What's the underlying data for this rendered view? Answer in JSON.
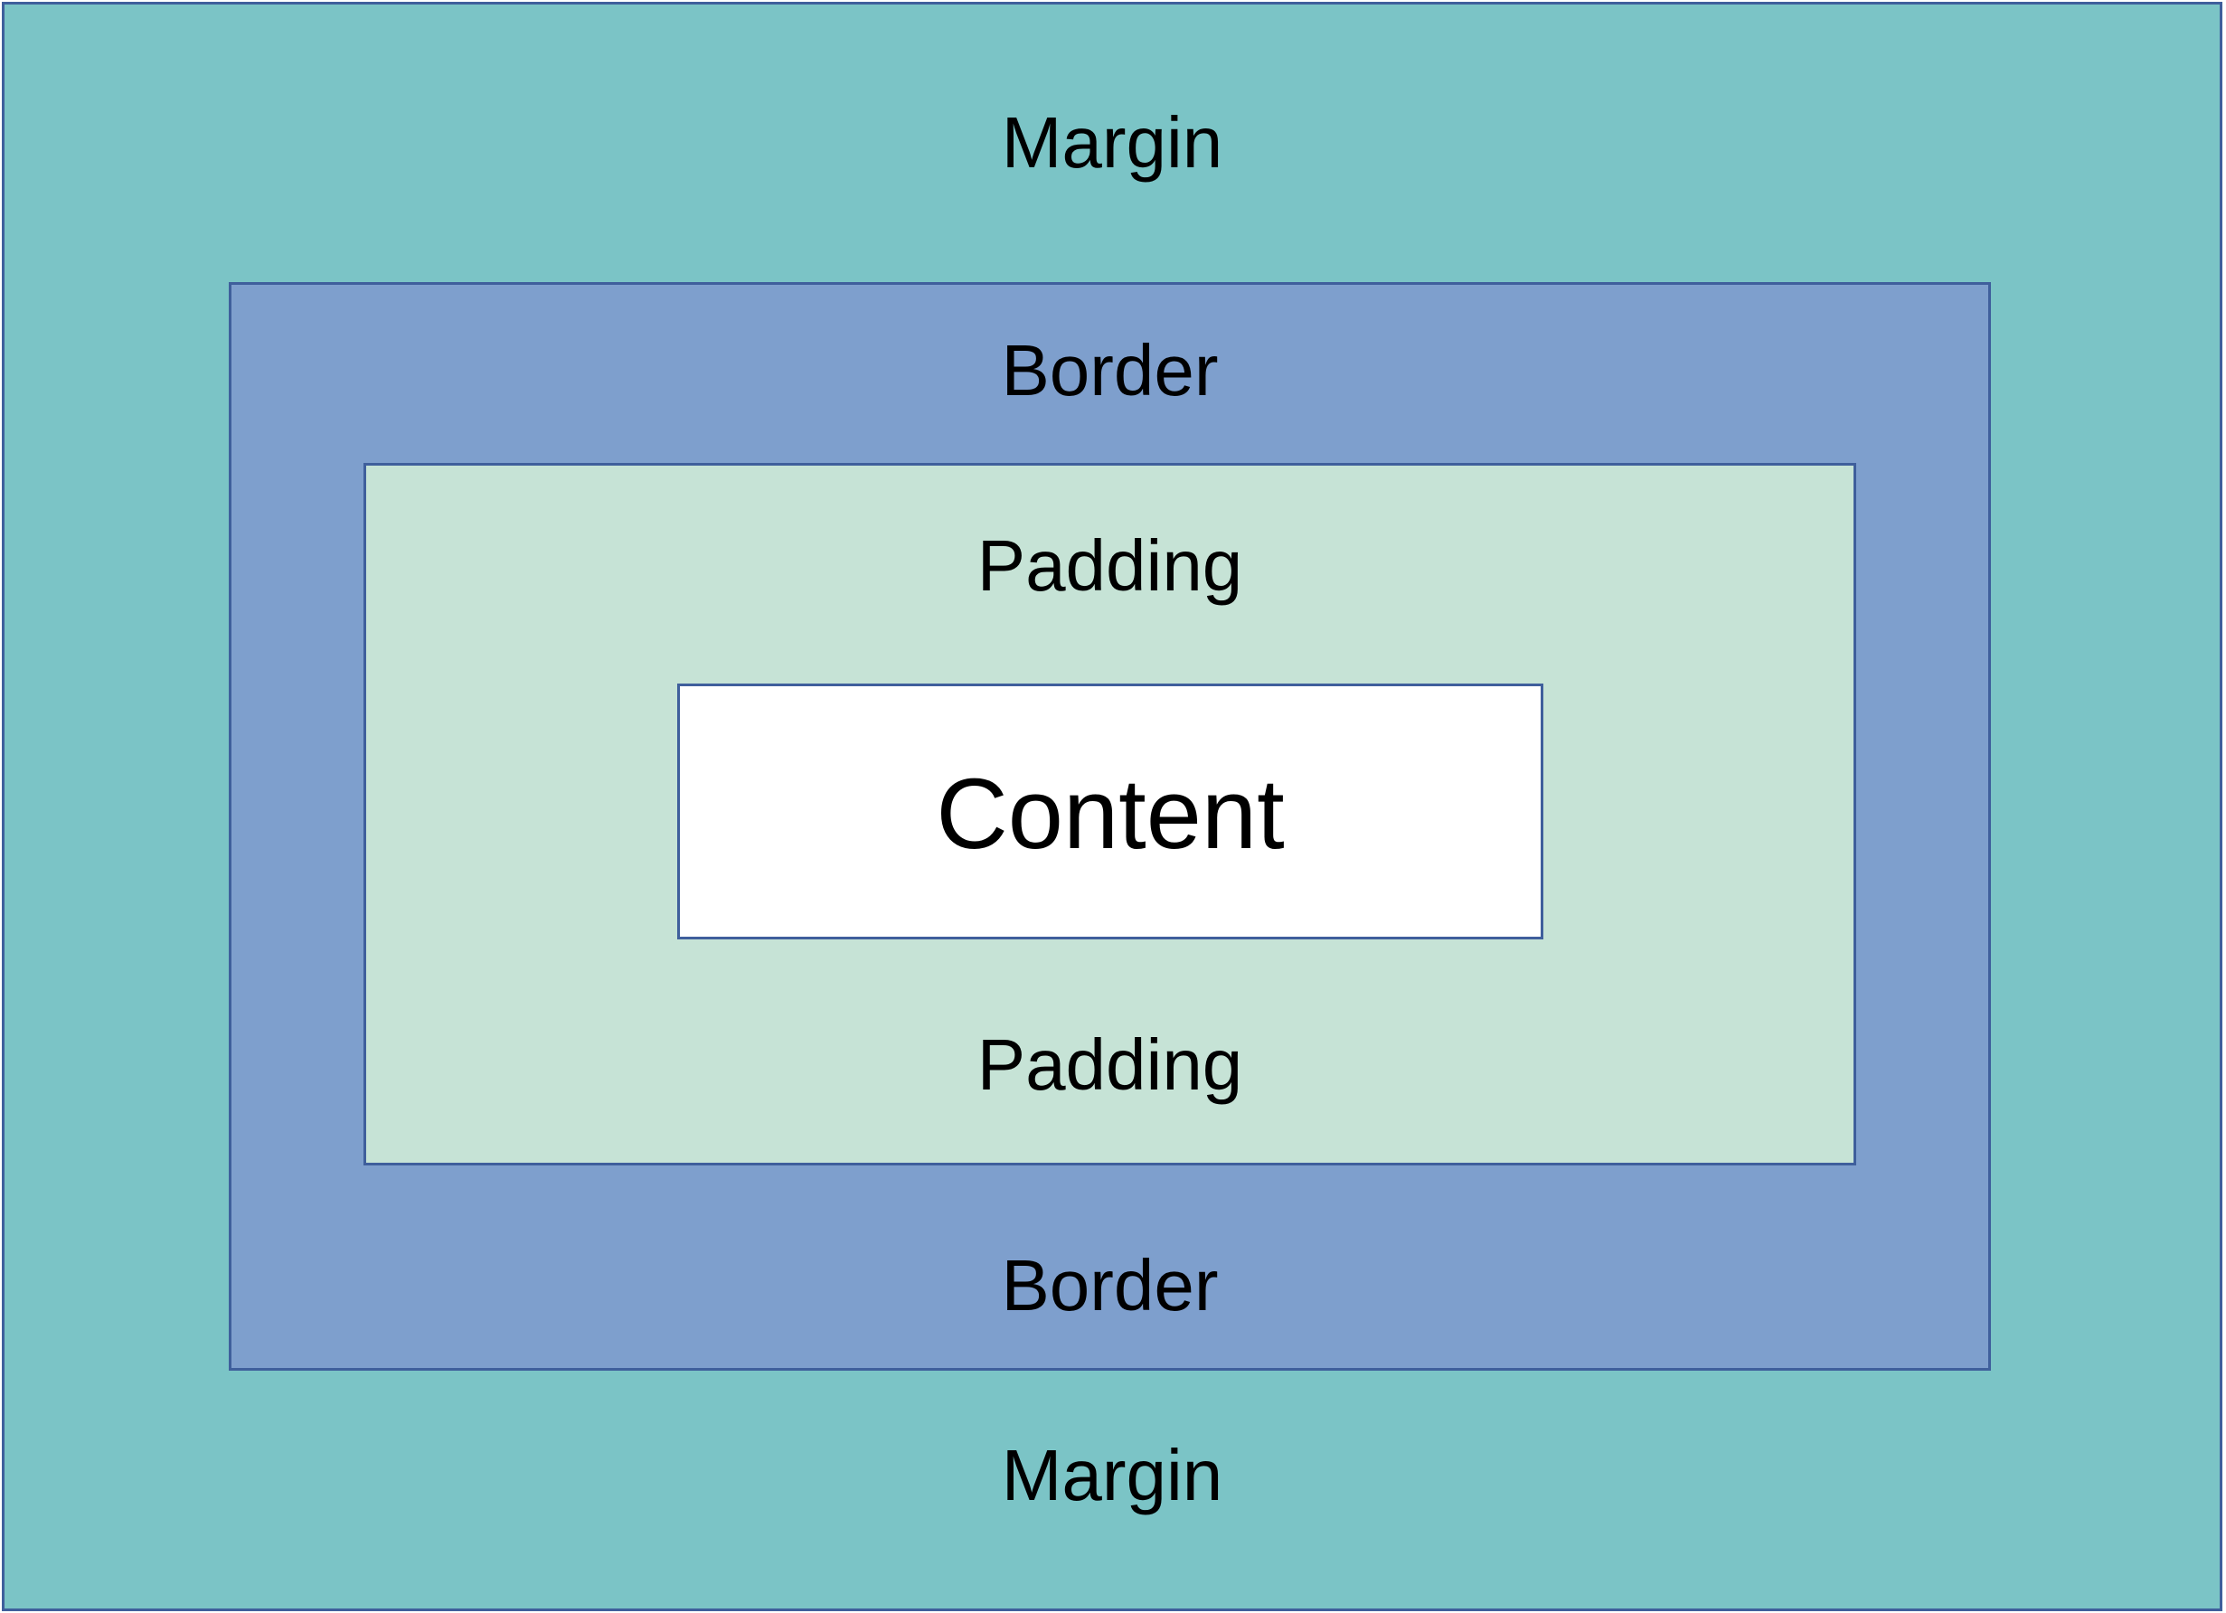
{
  "diagram": {
    "margin": {
      "top_label": "Margin",
      "bottom_label": "Margin",
      "fill": "#7bc4c6"
    },
    "border": {
      "top_label": "Border",
      "bottom_label": "Border",
      "fill": "#7e9fcd"
    },
    "padding": {
      "top_label": "Padding",
      "bottom_label": "Padding",
      "fill": "#c6e3d6"
    },
    "content": {
      "label": "Content",
      "fill": "#ffffff"
    },
    "outline_color": "#3f5f9c"
  }
}
